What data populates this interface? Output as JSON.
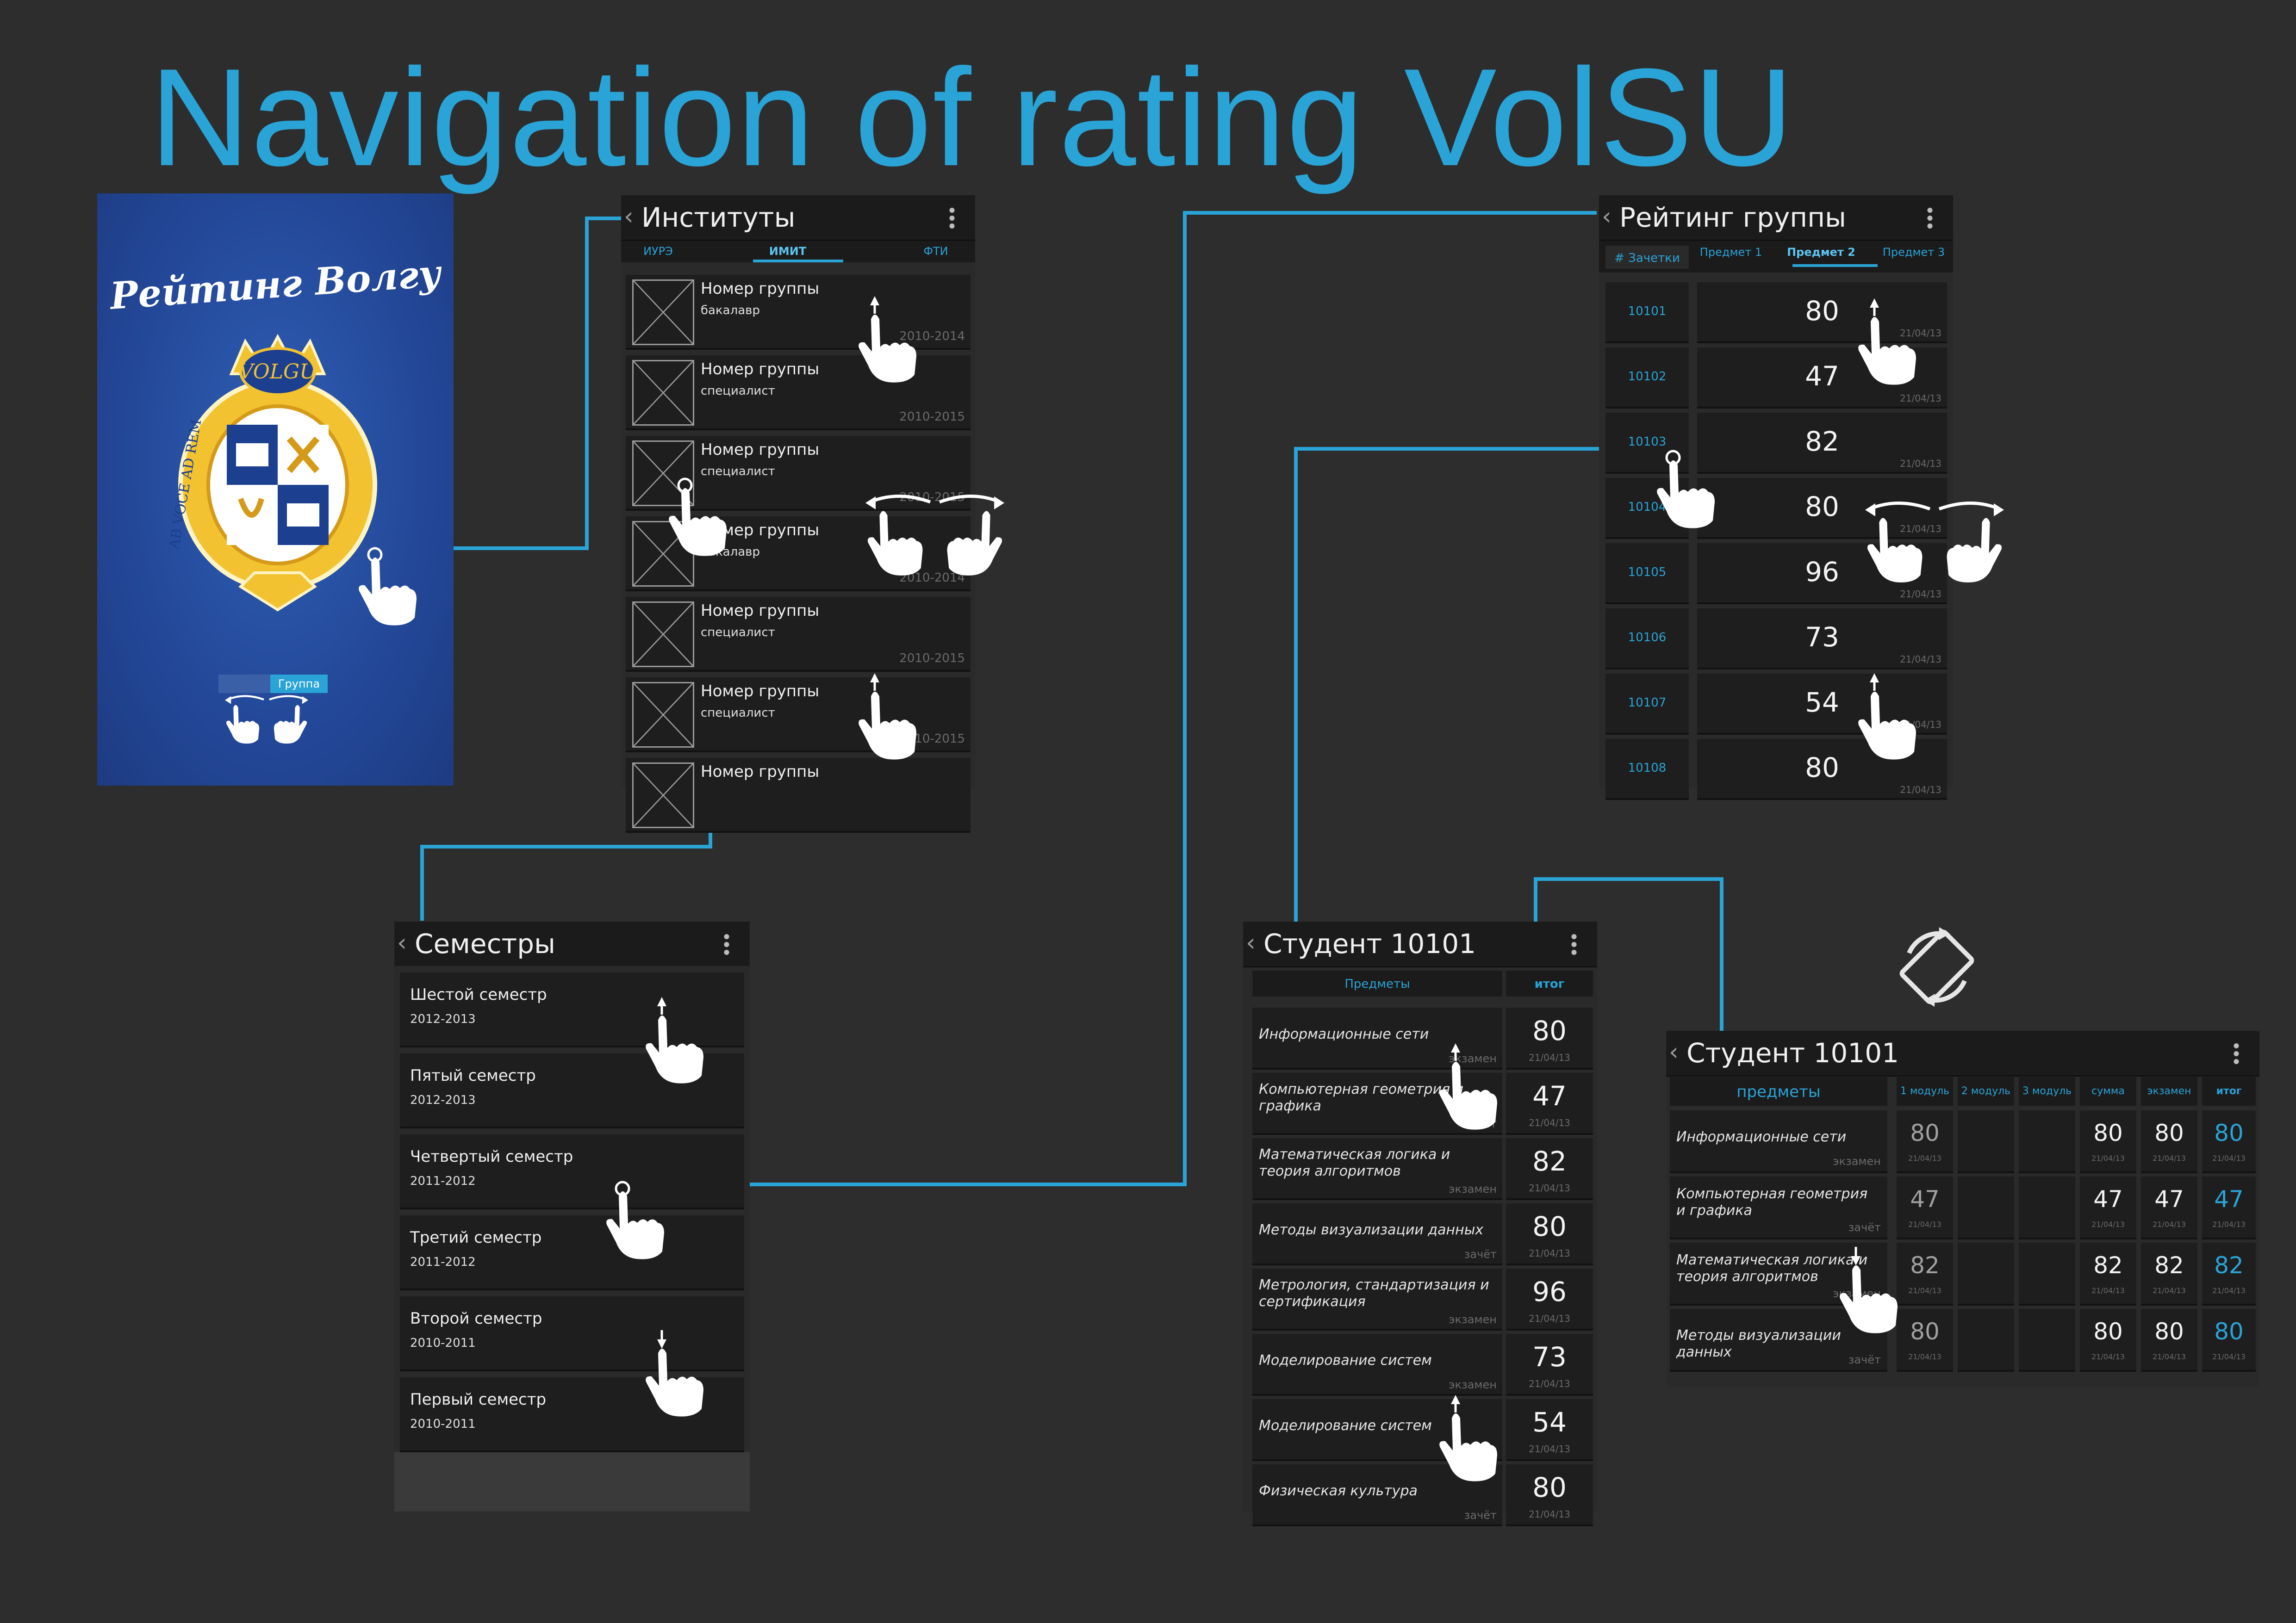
{
  "title": "Navigation of rating VolSU",
  "colors": {
    "background": "#2d2d2d",
    "accent": "#2aa3d6",
    "splash": "#24499a"
  },
  "splash": {
    "title": "Рейтинг Волгу",
    "group_button": "Группа",
    "emblem_text": "VOLGU",
    "motto": "AB VOCE AD REM"
  },
  "institutes": {
    "title": "Институты",
    "tabs": [
      "ИУРЭ",
      "ИМИТ",
      "ФТИ"
    ],
    "active_tab": "ИМИТ",
    "items": [
      {
        "name": "Номер группы",
        "level": "бакалавр",
        "years": "2010-2014"
      },
      {
        "name": "Номер группы",
        "level": "специалист",
        "years": "2010-2015"
      },
      {
        "name": "Номер группы",
        "level": "специалист",
        "years": "2010-2015"
      },
      {
        "name": "Номер группы",
        "level": "бакалавр",
        "years": "2010-2014"
      },
      {
        "name": "Номер группы",
        "level": "специалист",
        "years": "2010-2015"
      },
      {
        "name": "Номер группы",
        "level": "специалист",
        "years": "2010-2015"
      },
      {
        "name": "Номер группы",
        "level": "",
        "years": ""
      }
    ]
  },
  "group_rating": {
    "title": "Рейтинг группы",
    "id_header": "# Зачетки",
    "tabs": [
      "Предмет 1",
      "Предмет 2",
      "Предмет 3"
    ],
    "active_tab": "Предмет 2",
    "rows": [
      {
        "id": "10101",
        "score": "80",
        "date": "21/04/13"
      },
      {
        "id": "10102",
        "score": "47",
        "date": "21/04/13"
      },
      {
        "id": "10103",
        "score": "82",
        "date": "21/04/13"
      },
      {
        "id": "10104",
        "score": "80",
        "date": "21/04/13"
      },
      {
        "id": "10105",
        "score": "96",
        "date": "21/04/13"
      },
      {
        "id": "10106",
        "score": "73",
        "date": "21/04/13"
      },
      {
        "id": "10107",
        "score": "54",
        "date": "21/04/13"
      },
      {
        "id": "10108",
        "score": "80",
        "date": "21/04/13"
      }
    ]
  },
  "semesters": {
    "title": "Семестры",
    "items": [
      {
        "name": "Шестой семестр",
        "years": "2012-2013"
      },
      {
        "name": "Пятый семестр",
        "years": "2012-2013"
      },
      {
        "name": "Четвертый семестр",
        "years": "2011-2012"
      },
      {
        "name": "Третий семестр",
        "years": "2011-2012"
      },
      {
        "name": "Второй семестр",
        "years": "2010-2011"
      },
      {
        "name": "Первый семестр",
        "years": "2010-2011"
      }
    ]
  },
  "student": {
    "title": "Студент 10101",
    "col_subjects": "Предметы",
    "col_total": "итог",
    "rows": [
      {
        "subject": "Информационные сети",
        "type": "экзамен",
        "score": "80",
        "date": "21/04/13"
      },
      {
        "subject": "Компьютерная геометрия и графика",
        "type": "зачёт",
        "score": "47",
        "date": "21/04/13"
      },
      {
        "subject": "Математическая логика и теория алгоритмов",
        "type": "экзамен",
        "score": "82",
        "date": "21/04/13"
      },
      {
        "subject": "Методы визуализации данных",
        "type": "зачёт",
        "score": "80",
        "date": "21/04/13"
      },
      {
        "subject": "Метрология, стандартизация и сертификация",
        "type": "экзамен",
        "score": "96",
        "date": "21/04/13"
      },
      {
        "subject": "Моделирование систем",
        "type": "экзамен",
        "score": "73",
        "date": "21/04/13"
      },
      {
        "subject": "Моделирование систем",
        "type": "зачёт",
        "score": "54",
        "date": "21/04/13"
      },
      {
        "subject": "Физическая культура",
        "type": "зачёт",
        "score": "80",
        "date": "21/04/13"
      }
    ]
  },
  "student_land": {
    "title": "Студент 10101",
    "headers": [
      "предметы",
      "1 модуль",
      "2 модуль",
      "3 модуль",
      "сумма",
      "экзамен",
      "итог"
    ],
    "rows": [
      {
        "subject": "Информационные сети",
        "type": "экзамен",
        "m1": "80",
        "sum": "80",
        "exam": "80",
        "total": "80",
        "date": "21/04/13"
      },
      {
        "subject": "Компьютерная геометрия и графика",
        "type": "зачёт",
        "m1": "47",
        "sum": "47",
        "exam": "47",
        "total": "47",
        "date": "21/04/13"
      },
      {
        "subject": "Математическая логика и теория алгоритмов",
        "type": "экзамен",
        "m1": "82",
        "sum": "82",
        "exam": "82",
        "total": "82",
        "date": "21/04/13"
      },
      {
        "subject": "Методы визуализации данных",
        "type": "зачёт",
        "m1": "80",
        "sum": "80",
        "exam": "80",
        "total": "80",
        "date": "21/04/13"
      }
    ]
  },
  "icons": {
    "rotate": "rotate-screen-icon",
    "hand": "hand-pointer-icon"
  }
}
